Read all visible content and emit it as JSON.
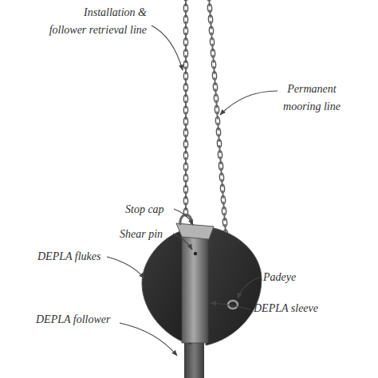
{
  "diagram": {
    "labels": [
      "Installation & follower retrieval line",
      "Permanent mooring line",
      "Stop cap",
      "Shear pin",
      "DEPLA flukes",
      "Padeye",
      "DEPLA sleeve",
      "DEPLA follower"
    ]
  }
}
